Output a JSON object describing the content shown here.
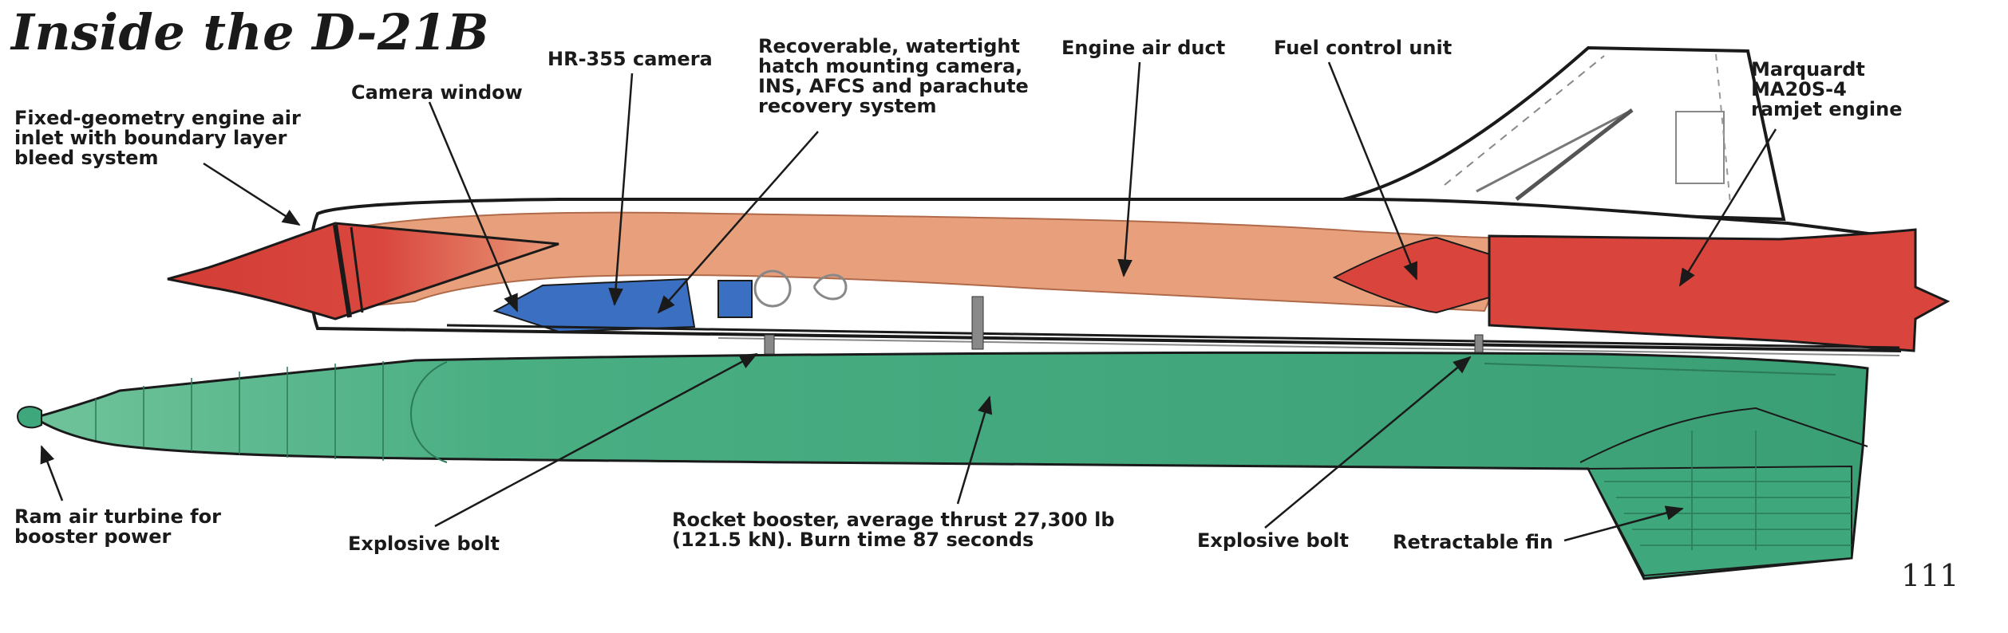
{
  "title": "Inside the D-21B",
  "page_number": "111",
  "labels": {
    "inlet": "Fixed-geometry engine air\ninlet with boundary layer\nbleed system",
    "camera_window": "Camera window",
    "hr355": "HR-355 camera",
    "hatch": "Recoverable, watertight\nhatch mounting camera,\nINS, AFCS and parachute\nrecovery system",
    "air_duct": "Engine air duct",
    "fuel_control": "Fuel control unit",
    "ramjet": "Marquardt\nMA20S-4\nramjet engine",
    "ram_turbine": "Ram air turbine for\nbooster power",
    "bolt_left": "Explosive bolt",
    "booster": "Rocket booster, average thrust 27,300 lb\n(121.5 kN). Burn time 87 seconds",
    "bolt_right": "Explosive bolt",
    "fin": "Retractable fin"
  },
  "colors": {
    "inlet_red": "#d8473e",
    "duct_orange": "#e8a07c",
    "camera_blue": "#3a6fc2",
    "engine_red": "#d9453d",
    "booster_green": "#3fa77c",
    "outline": "#1a1a1a"
  }
}
